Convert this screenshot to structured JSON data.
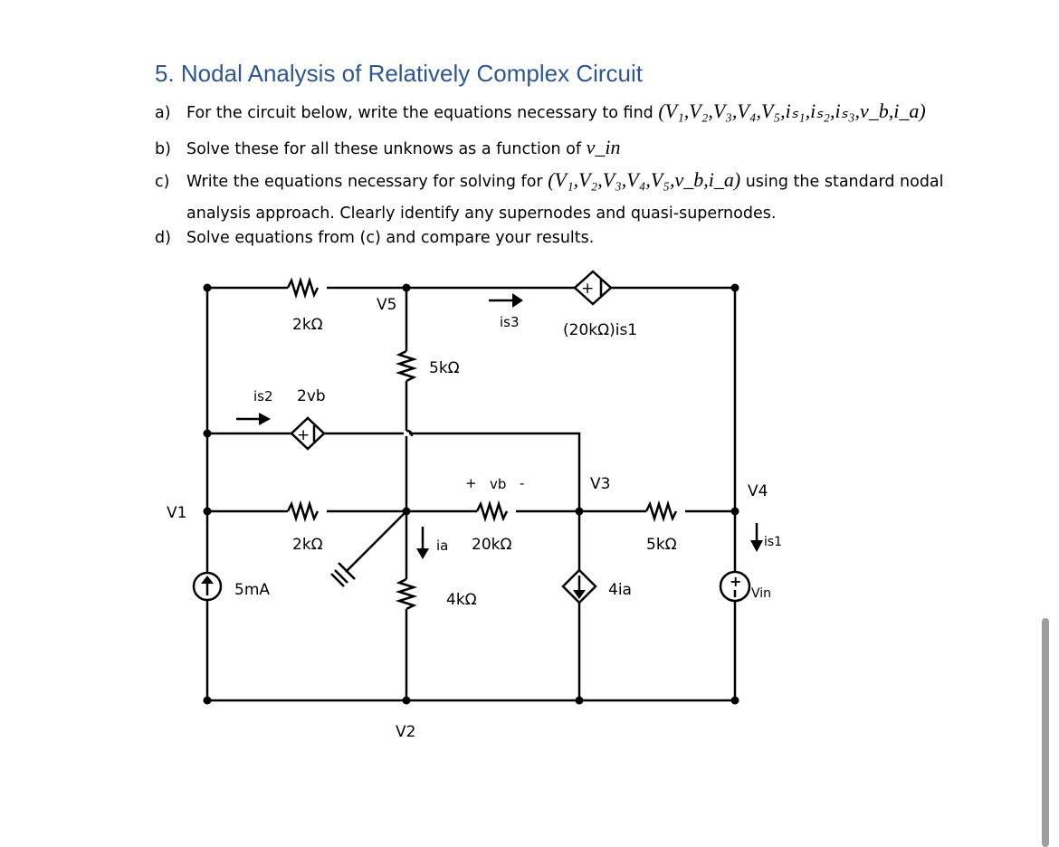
{
  "title": "5. Nodal Analysis of Relatively Complex Circuit",
  "items": [
    {
      "label": "a)",
      "text": "For the circuit below, write the equations necessary to find ",
      "math": "(V₁,V₂,V₃,V₄,V₅,iₛ₁,iₛ₂,iₛ₃,v_b,i_a)"
    },
    {
      "label": "b)",
      "text": "Solve these for all these unknows as a function of ",
      "math": "v_in"
    },
    {
      "label": "c)",
      "text": "Write the equations necessary for solving for ",
      "math": "(V₁,V₂,V₃,V₄,V₅,v_b,i_a)",
      "text2": " using the standard nodal",
      "cont": "analysis approach. Clearly identify any supernodes and quasi-supernodes."
    },
    {
      "label": "d)",
      "text": "Solve equations from (c) and compare your results."
    }
  ],
  "circuit": {
    "labels": {
      "r_top_left": "2kΩ",
      "v5": "V5",
      "is3": "is3",
      "dep_src_top": "(20kΩ)is1",
      "r_5k_vert": "5kΩ",
      "is2": "is2",
      "dep_src_mid": "2vb",
      "vb_plus": "+",
      "vb": "vb",
      "vb_minus": "-",
      "v3": "V3",
      "v4": "V4",
      "v1": "V1",
      "r_2k_mid": "2kΩ",
      "ia": "ia",
      "r_20k": "20kΩ",
      "r_5k_right": "5kΩ",
      "is1": "is1",
      "src_5ma": "5mA",
      "r_4k": "4kΩ",
      "dep_cur": "4ia",
      "vin": "Vin",
      "v2": "V2"
    }
  }
}
